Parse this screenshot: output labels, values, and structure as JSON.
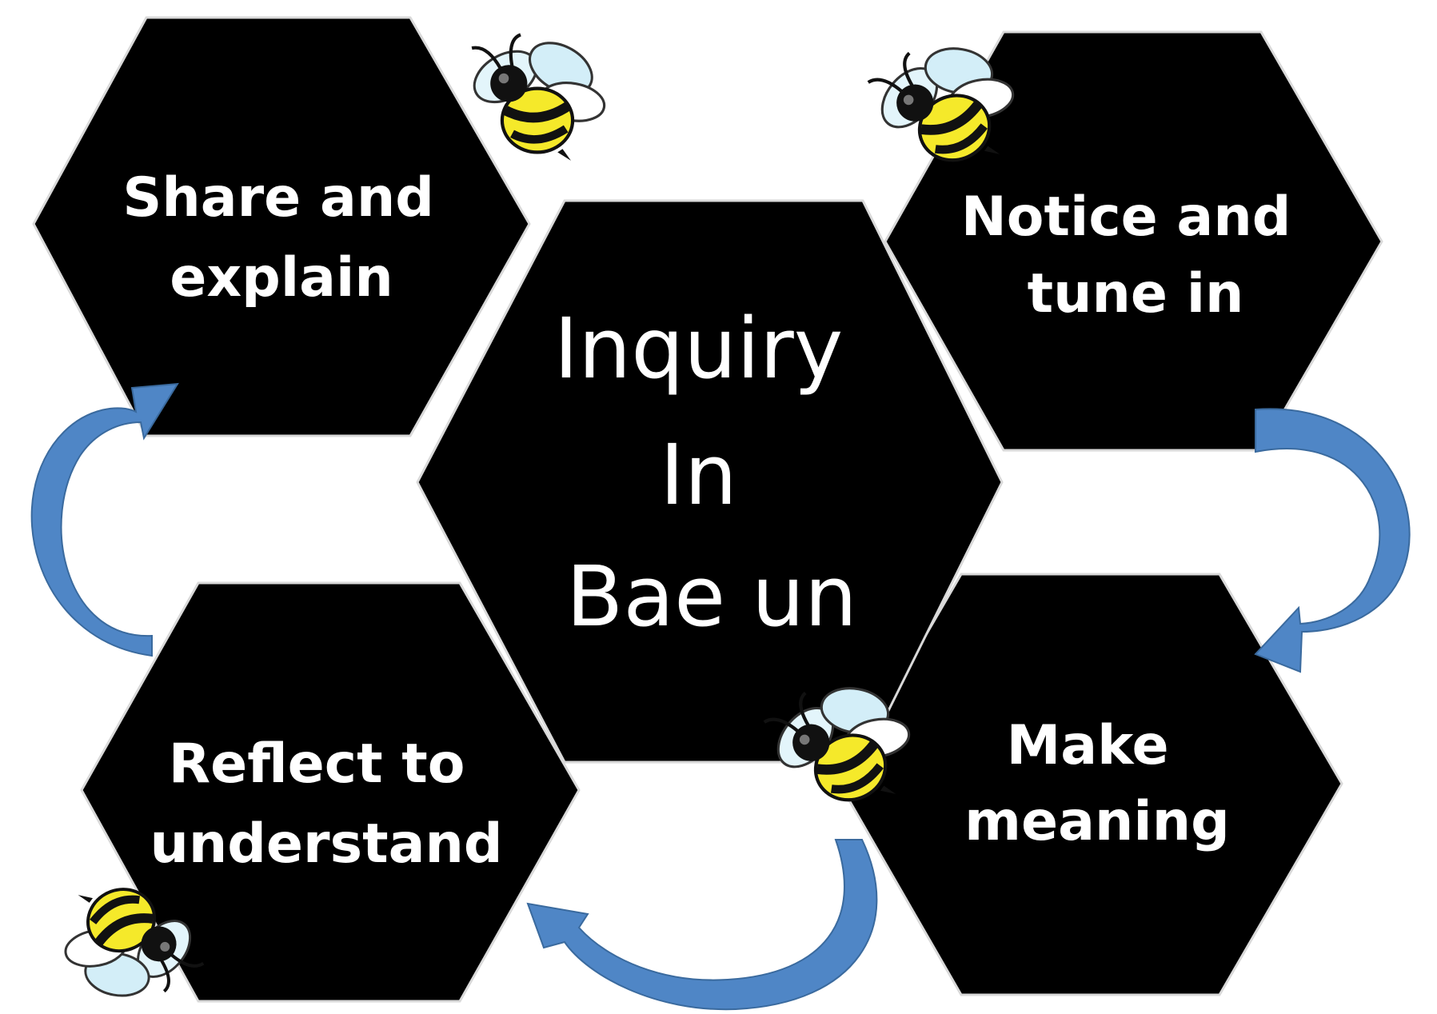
{
  "center": {
    "line1": "Inquiry",
    "line2": "In",
    "line3": "Bae un"
  },
  "steps": {
    "share": {
      "line1": "Share and",
      "line2": "explain"
    },
    "notice": {
      "line1": "Notice and",
      "line2": "tune in"
    },
    "meaning": {
      "line1": "Make",
      "line2": "meaning"
    },
    "reflect": {
      "line1": "Reflect to",
      "line2": "understand"
    }
  },
  "colors": {
    "hexagon": "#000000",
    "text": "#ffffff",
    "arrow": "#4f86c6",
    "arrow_dark": "#3a6a9e",
    "bee_body": "#f5e92a",
    "bee_wing": "#dff3fa"
  }
}
